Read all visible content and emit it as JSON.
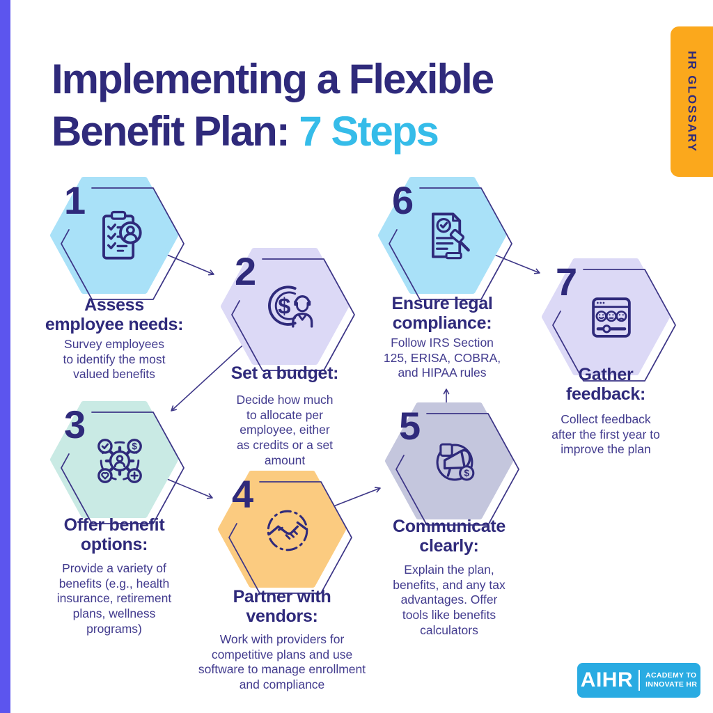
{
  "title": {
    "line1": "Implementing a Flexible",
    "line2_prefix": "Benefit Plan: ",
    "line2_highlight": "7 Steps"
  },
  "badge": {
    "label": "HR GLOSSARY"
  },
  "steps": [
    {
      "number": "1",
      "icon": "clipboard-survey-icon",
      "hex_color": "#A9E1F8",
      "title_lines": [
        "Assess",
        "employee needs:"
      ],
      "desc_lines": [
        "Survey employees",
        "to identify the most",
        "valued benefits",
        "",
        ""
      ]
    },
    {
      "number": "2",
      "icon": "coin-person-icon",
      "hex_color": "#DCD9F6",
      "title_lines": [
        "Set a budget:",
        ""
      ],
      "desc_lines": [
        "Decide how much",
        "to allocate per",
        "employee, either",
        "as credits or a set",
        "amount"
      ]
    },
    {
      "number": "3",
      "icon": "gear-benefits-icon",
      "hex_color": "#C9EAE4",
      "title_lines": [
        "Offer benefit",
        "options:"
      ],
      "desc_lines": [
        "Provide a variety of",
        "benefits (e.g., health",
        "insurance, retirement",
        "plans, wellness",
        "programs)"
      ]
    },
    {
      "number": "4",
      "icon": "handshake-icon",
      "hex_color": "#FBCB80",
      "title_lines": [
        "Partner with",
        "vendors:"
      ],
      "desc_lines": [
        "Work with providers for",
        "competitive plans and use",
        "software to manage enrollment",
        "and compliance",
        ""
      ]
    },
    {
      "number": "5",
      "icon": "megaphone-icon",
      "hex_color": "#C4C6DD",
      "title_lines": [
        "Communicate",
        "clearly:"
      ],
      "desc_lines": [
        "Explain the plan,",
        "benefits, and any tax",
        "advantages. Offer",
        "tools like benefits",
        "calculators"
      ]
    },
    {
      "number": "6",
      "icon": "legal-gavel-icon",
      "hex_color": "#A9E1F8",
      "title_lines": [
        "Ensure legal",
        "compliance:"
      ],
      "desc_lines": [
        "Follow IRS Section",
        "125, ERISA, COBRA,",
        "and HIPAA rules",
        "",
        ""
      ]
    },
    {
      "number": "7",
      "icon": "feedback-slider-icon",
      "hex_color": "#DCD9F6",
      "title_lines": [
        "Gather",
        "feedback:"
      ],
      "desc_lines": [
        "Collect feedback",
        "after the first year to",
        "improve the plan",
        "",
        ""
      ]
    }
  ],
  "logo": {
    "brand": "AIHR",
    "tagline_line1": "ACADEMY TO",
    "tagline_line2": "INNOVATE HR"
  },
  "colors": {
    "ink": "#2F2A7B",
    "body_text": "#423B8E",
    "highlight": "#35BCE9",
    "accent_bar": "#5C55EE",
    "badge_bg": "#FBA81C",
    "badge_text": "#2F2A7B",
    "logo_bg": "#29ABE2",
    "arrow": "#3D3687",
    "hex_outline": "#3D3687"
  }
}
